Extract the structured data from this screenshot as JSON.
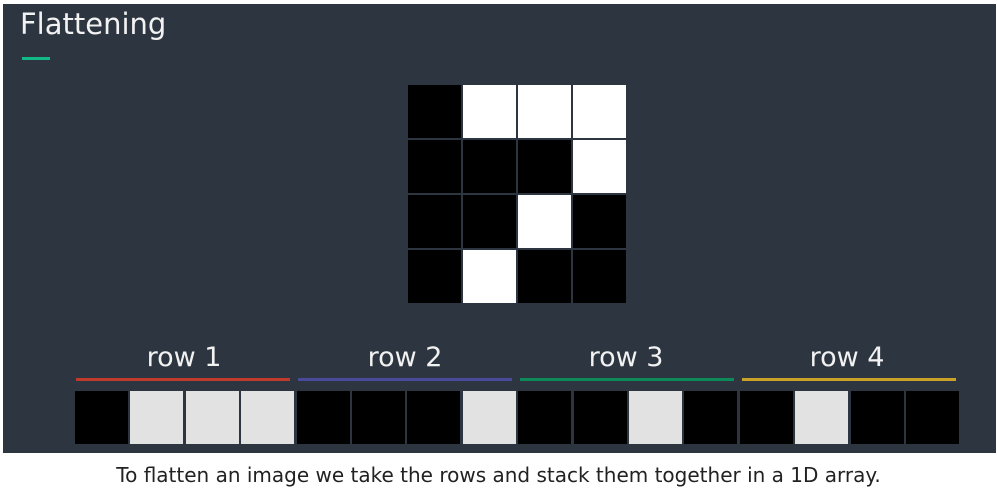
{
  "title": "Flattening",
  "colors": {
    "background": "#2d3640",
    "title_accent": "#12b886",
    "pixel_black": "#000000",
    "pixel_white": "#ffffff",
    "strip_white": "#e2e2e2"
  },
  "image_grid": [
    [
      0,
      1,
      1,
      1
    ],
    [
      0,
      0,
      0,
      1
    ],
    [
      0,
      0,
      1,
      0
    ],
    [
      0,
      1,
      0,
      0
    ]
  ],
  "rows": [
    {
      "label": "row 1",
      "color": "#c0392b"
    },
    {
      "label": "row 2",
      "color": "#4a4a9a"
    },
    {
      "label": "row 3",
      "color": "#0e8a5a"
    },
    {
      "label": "row 4",
      "color": "#c9a227"
    }
  ],
  "caption": "To flatten an image we take the rows and stack them together in a 1D array."
}
